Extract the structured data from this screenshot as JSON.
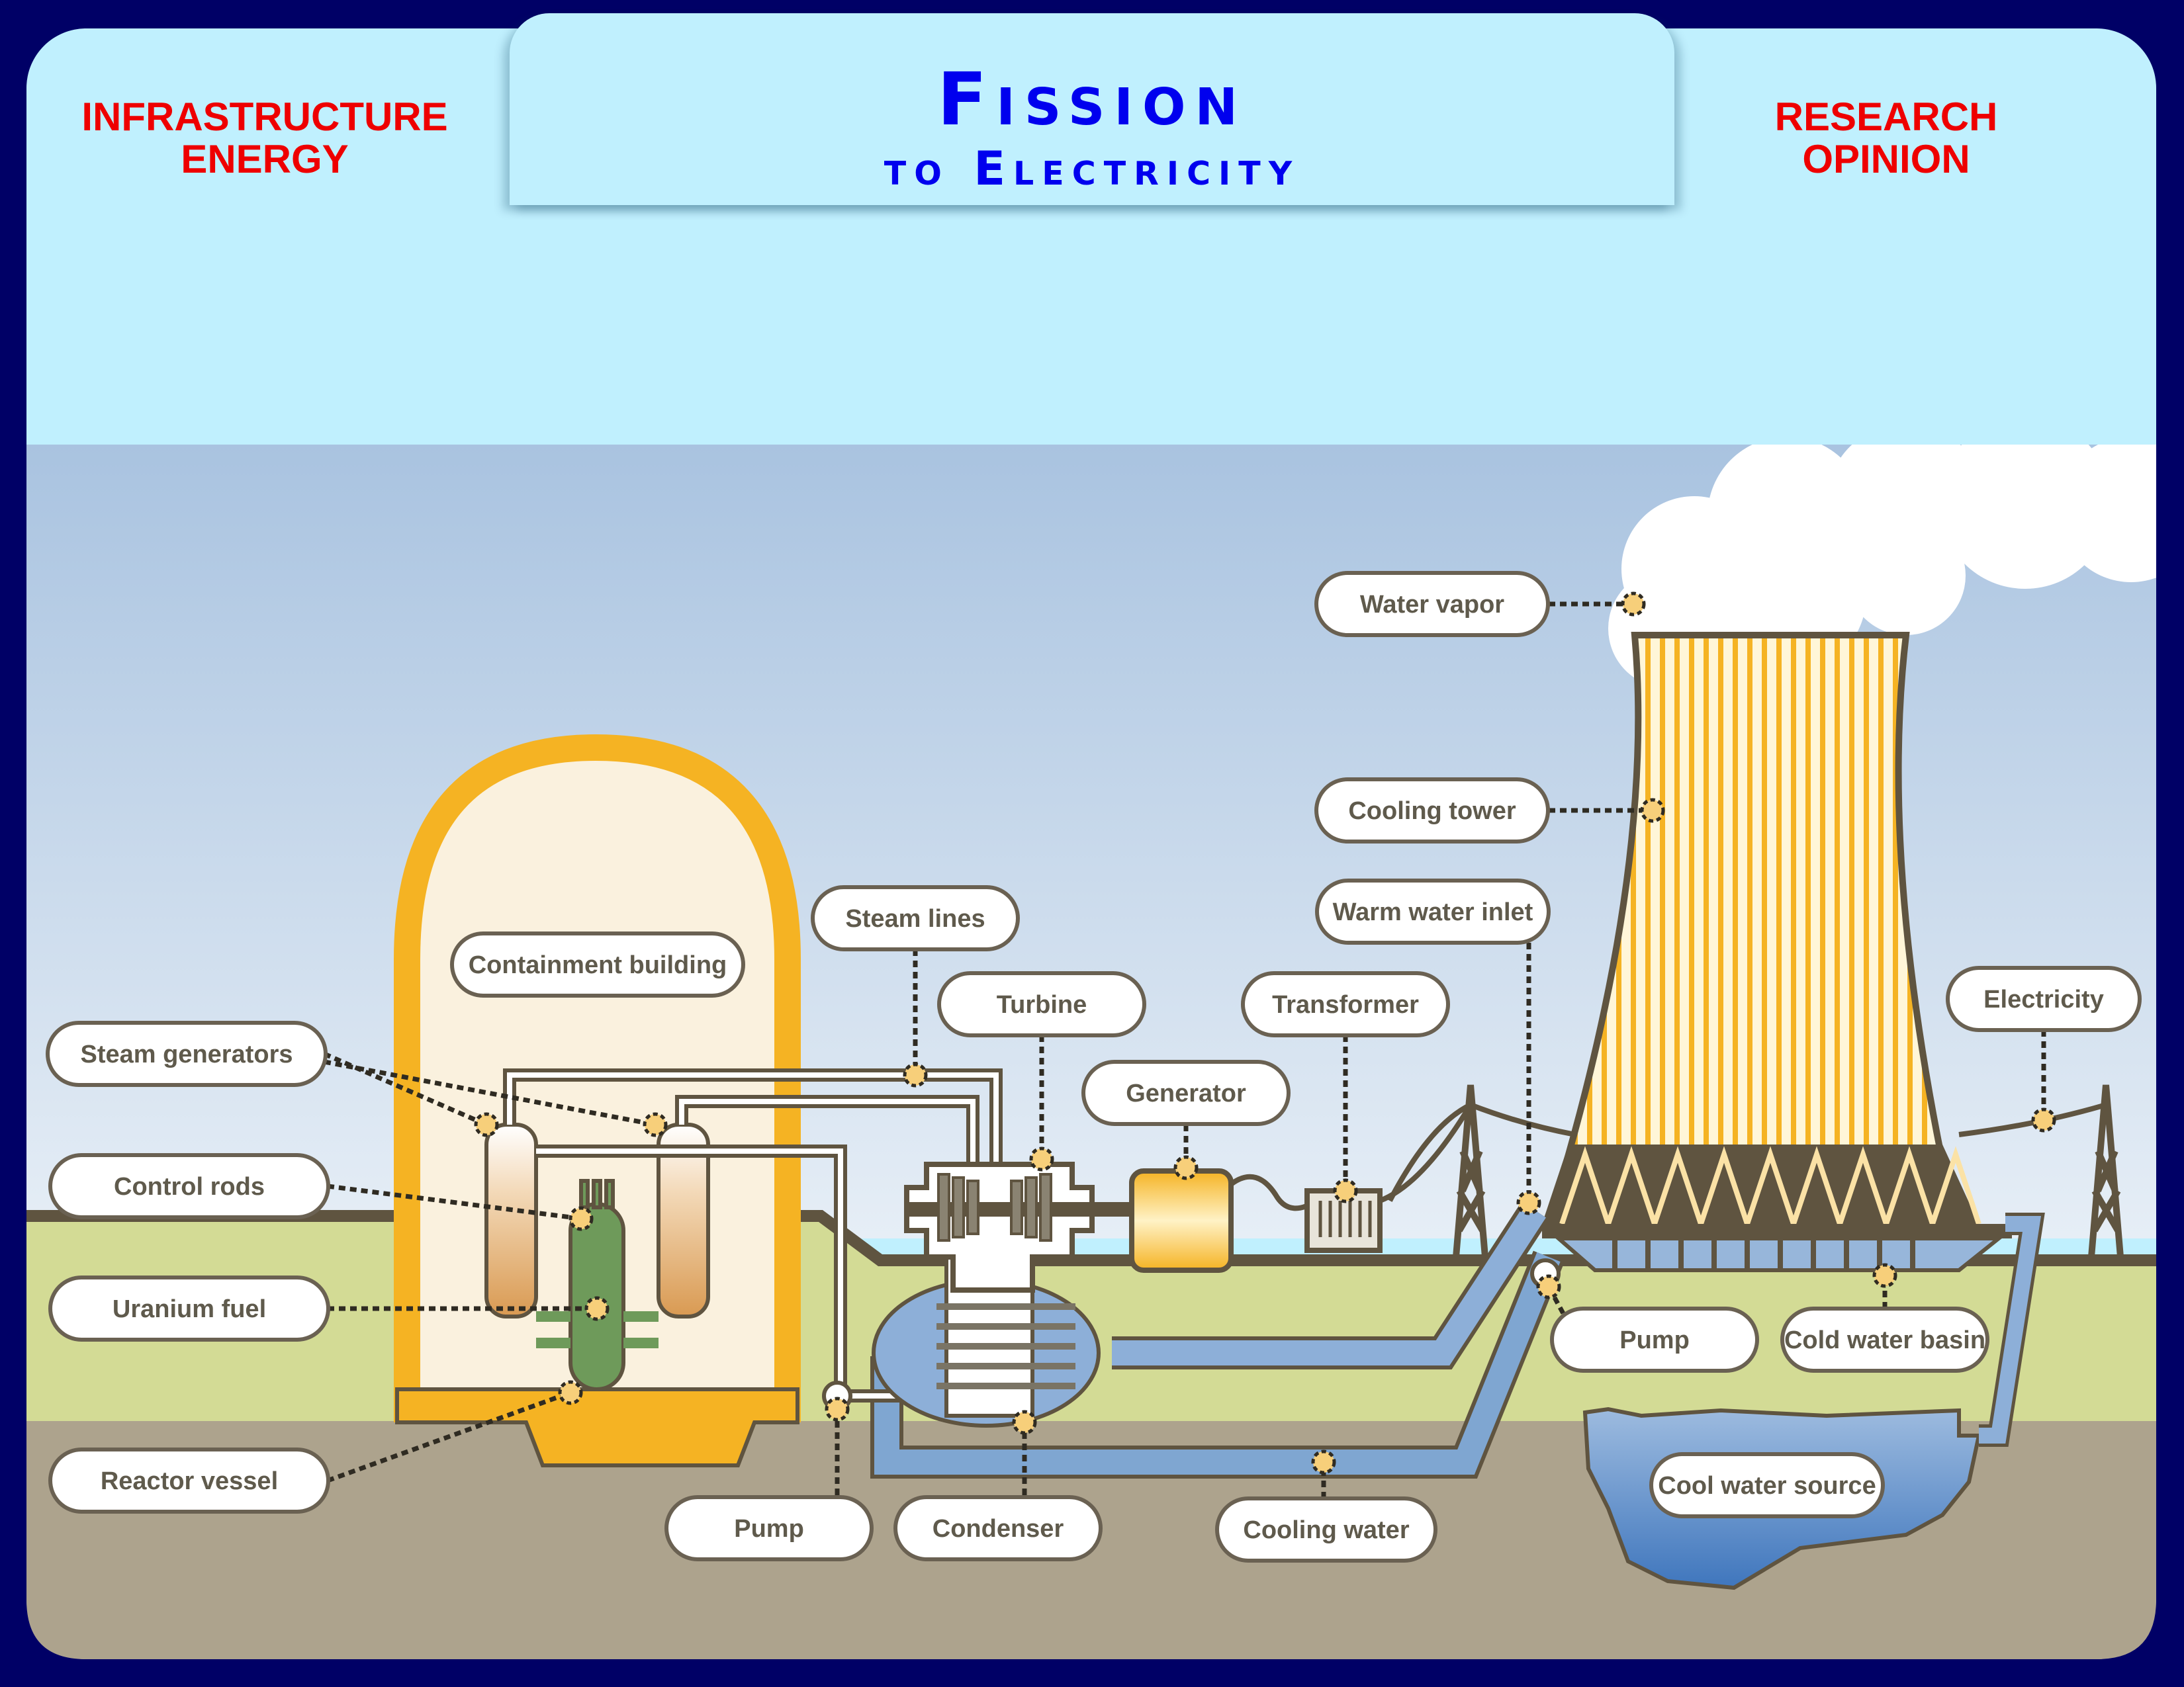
{
  "header": {
    "left_label_line1": "INFRASTRUCTURE",
    "left_label_line2": "ENERGY",
    "right_label_line1": "RESEARCH",
    "right_label_line2": "OPINION",
    "title_main": "Fission",
    "title_sub": "to Electricity"
  },
  "colors": {
    "frame": "#000066",
    "header_panel": "#C0F0FE",
    "title": "#0000EE",
    "side_labels": "#EE0000",
    "containment": "#F5B323",
    "reactor_core": "#6E9A5A",
    "water": "#7FA6D1",
    "ground_grass": "#D3DB95",
    "ground_soil": "#ADA38D",
    "outline": "#5F5440",
    "marker": "#F7CF7A"
  },
  "diagram": {
    "labels": {
      "containment_building": "Containment building",
      "steam_generators": "Steam generators",
      "control_rods": "Control rods",
      "uranium_fuel": "Uranium fuel",
      "reactor_vessel": "Reactor vessel",
      "pump_primary": "Pump",
      "condenser": "Condenser",
      "steam_lines": "Steam lines",
      "turbine": "Turbine",
      "generator": "Generator",
      "transformer": "Transformer",
      "cooling_water": "Cooling water",
      "warm_water_inlet": "Warm water inlet",
      "water_vapor": "Water vapor",
      "cooling_tower": "Cooling tower",
      "electricity": "Electricity",
      "pump_tower": "Pump",
      "cold_water_basin": "Cold water basin",
      "cool_water_source": "Cool water source"
    }
  }
}
